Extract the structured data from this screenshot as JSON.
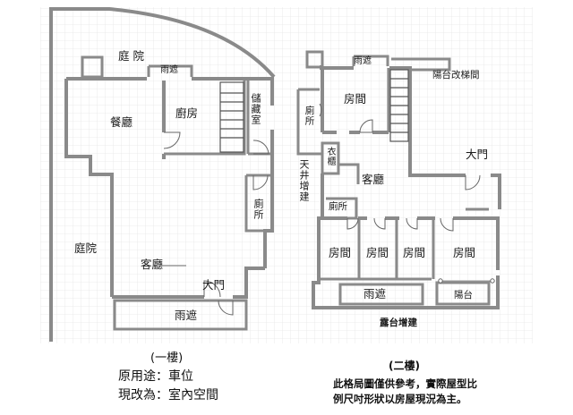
{
  "floor1": {
    "caption": "(一樓)",
    "original_use": "原用途：車位",
    "current_use": "現改為：室內空間",
    "rooms": {
      "courtyard_top": "庭 院",
      "canopy": "雨遮",
      "dining": "餐廳",
      "kitchen": "廚房",
      "storage": "儲藏室",
      "toilet": "廁所",
      "courtyard_left": "庭院",
      "living": "客廳",
      "entrance": "大門",
      "canopy_bottom": "雨遮"
    }
  },
  "floor2": {
    "caption": "(二樓)",
    "disclaimer_line1": "此格局圖僅供參考，實際屋型比",
    "disclaimer_line2": "例尺吋形狀以房屋現況為主。",
    "rooms": {
      "canopy": "雨遮",
      "balcony_stair": "陽台改梯間",
      "room_top": "房間",
      "toilet": "廁所",
      "wardrobe": "衣櫃",
      "skylight": "天井增建",
      "living": "客廳",
      "entrance": "大門",
      "toilet_mid": "廁所",
      "room1": "房間",
      "room2": "房間",
      "room3": "房間",
      "room4": "房間",
      "canopy_bottom": "雨遮",
      "balcony": "陽台",
      "terrace": "露台增建"
    }
  }
}
